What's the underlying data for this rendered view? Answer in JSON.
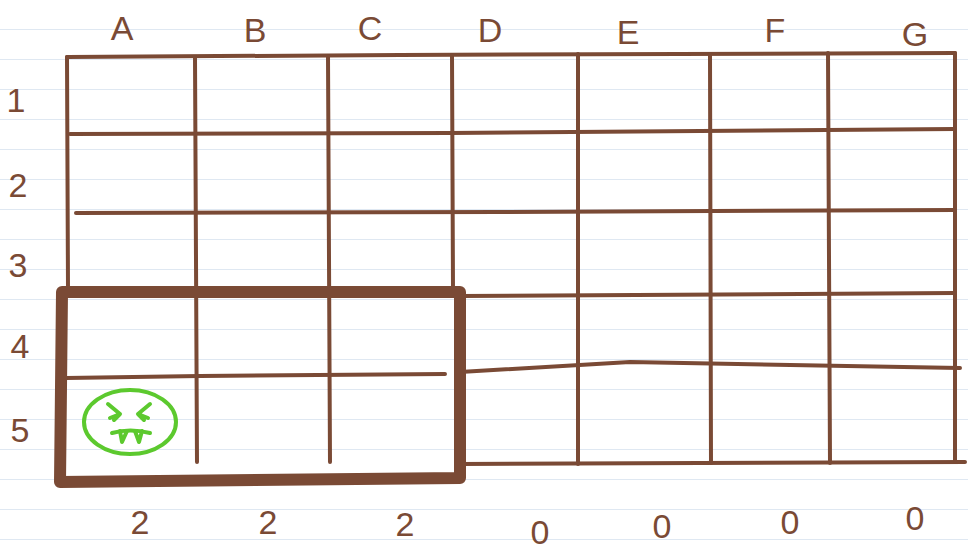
{
  "diagram": {
    "labels": [
      "A",
      "B",
      "C",
      "D",
      "E",
      "F",
      "G",
      "1",
      "2",
      "3",
      "4",
      "5",
      "2",
      "2",
      "2",
      "0",
      "0",
      "0",
      "0"
    ]
  }
}
